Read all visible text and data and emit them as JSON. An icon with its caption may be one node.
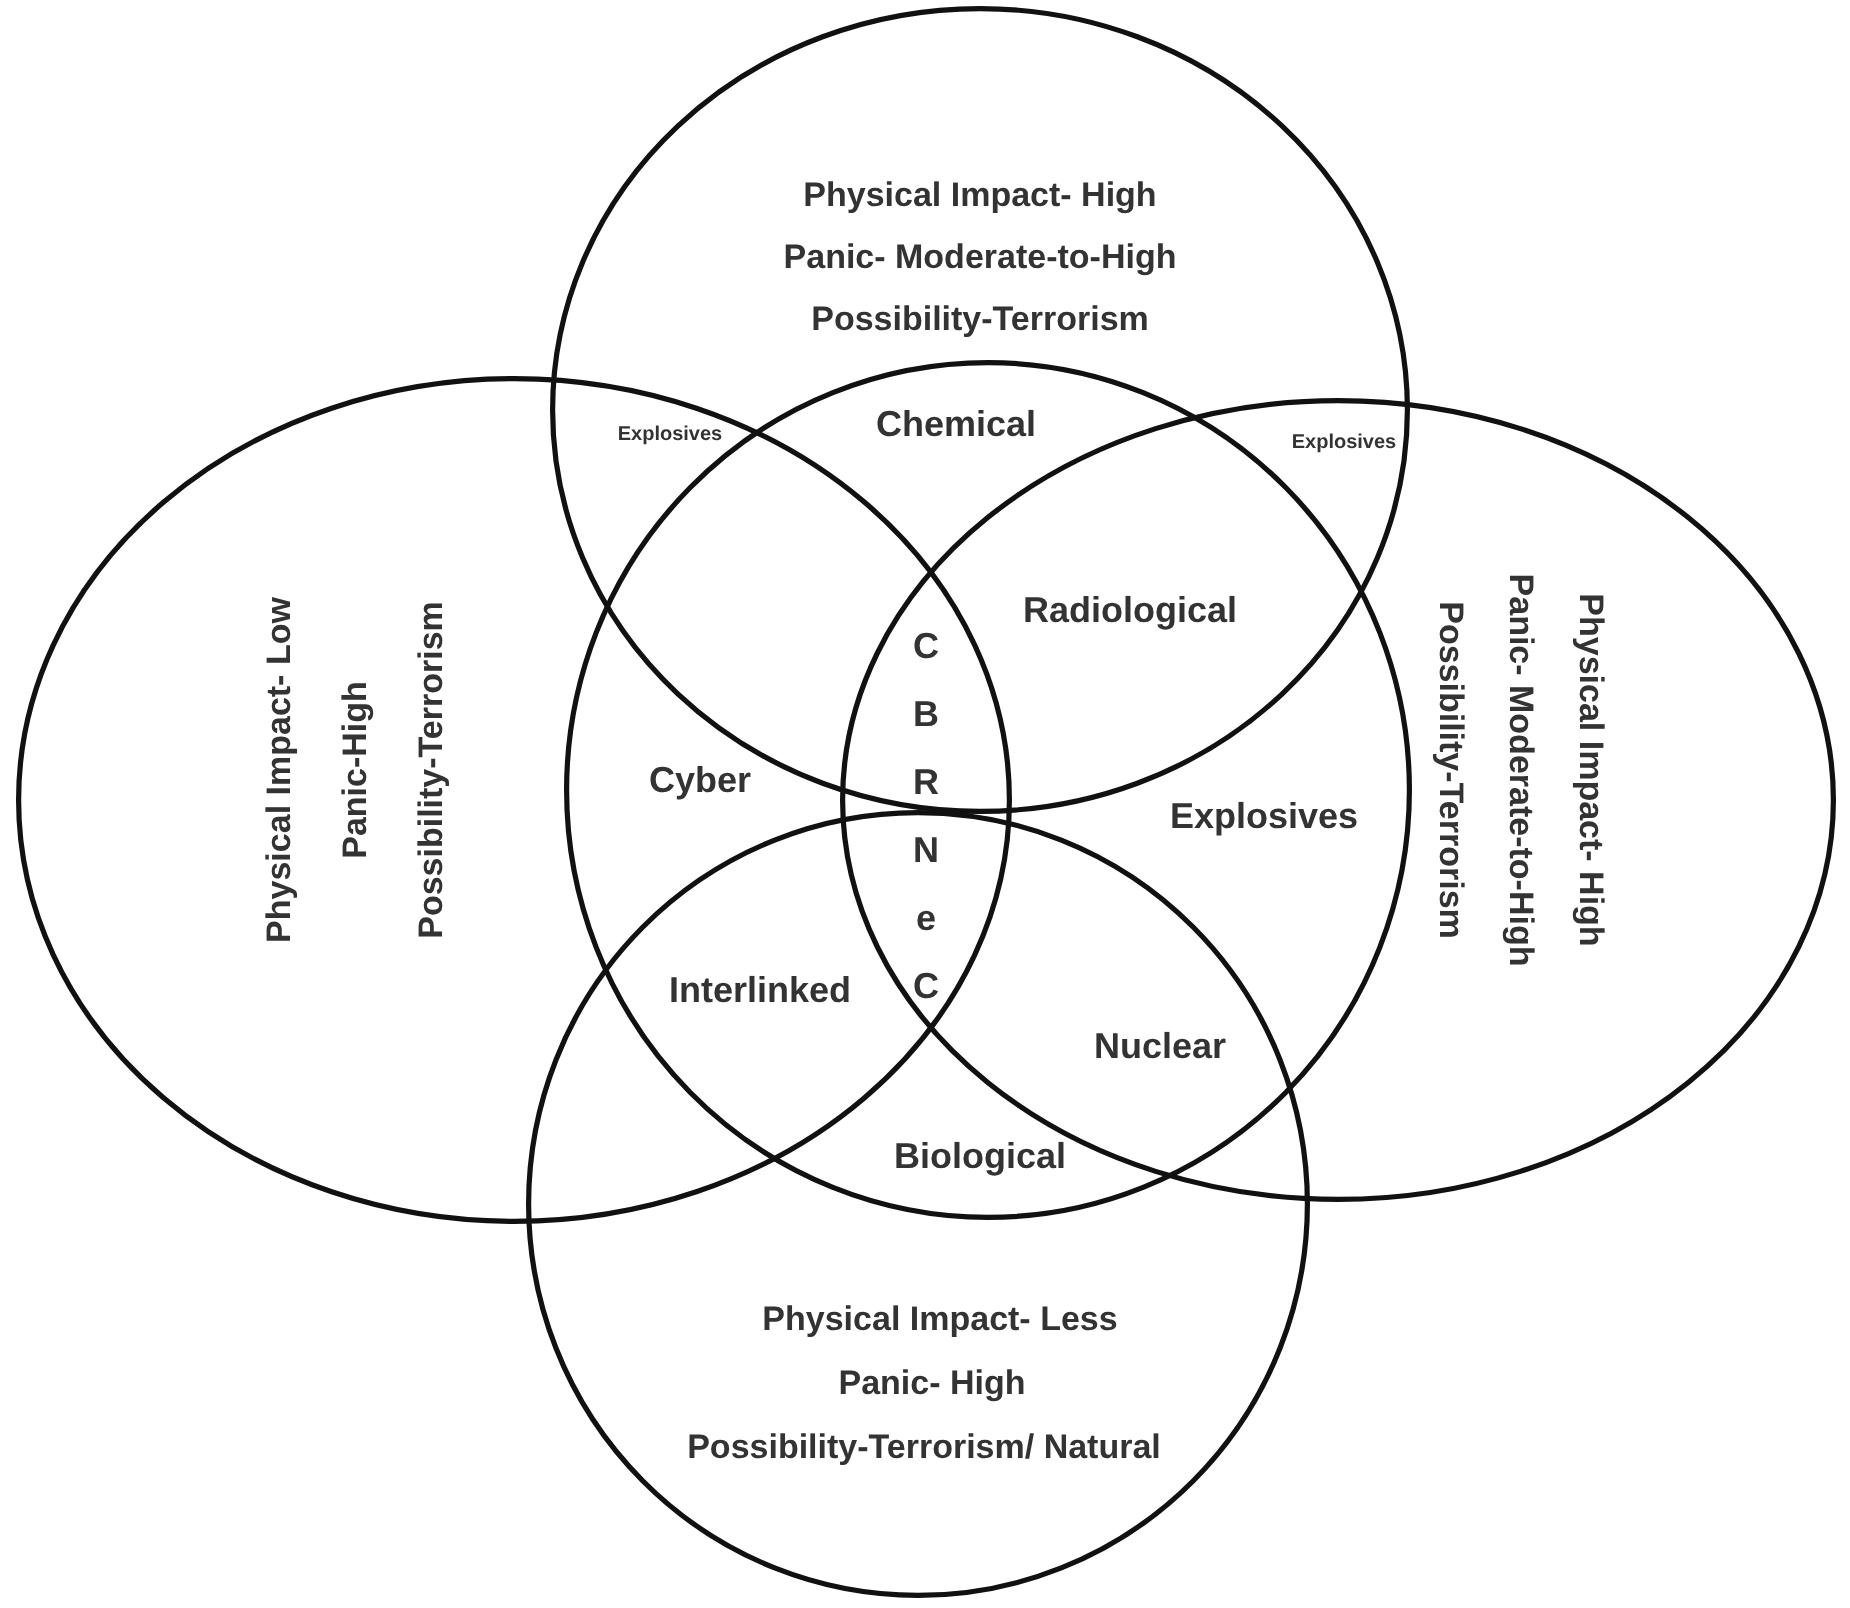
{
  "diagram": {
    "nodes": [
      {
        "text": [
          "Physical Impact-  High",
          "Panic- Moderate-to-High",
          "Possibility-Terrorism"
        ]
      },
      {
        "text": [
          "Physical Impact-  Low",
          "Panic-High",
          "Possibility-Terrorism"
        ]
      },
      {
        "text": [],
        "shape": "circle"
      },
      {
        "text": [
          "Physical Impact-  High",
          "Panic- Moderate-to-High",
          "Possibility-Terrorism"
        ]
      },
      {
        "text": [
          "Physical Impact-  Less",
          "Panic- High",
          "Possibility-Terrorism/ Natural"
        ]
      }
    ],
    "labels": [
      "Explosives",
      "Chemical",
      "Explosives",
      "Radiological",
      "CBRNeC",
      "Cyber",
      "Explosives",
      "Interlinked",
      "Nuclear",
      "Biological"
    ]
  }
}
